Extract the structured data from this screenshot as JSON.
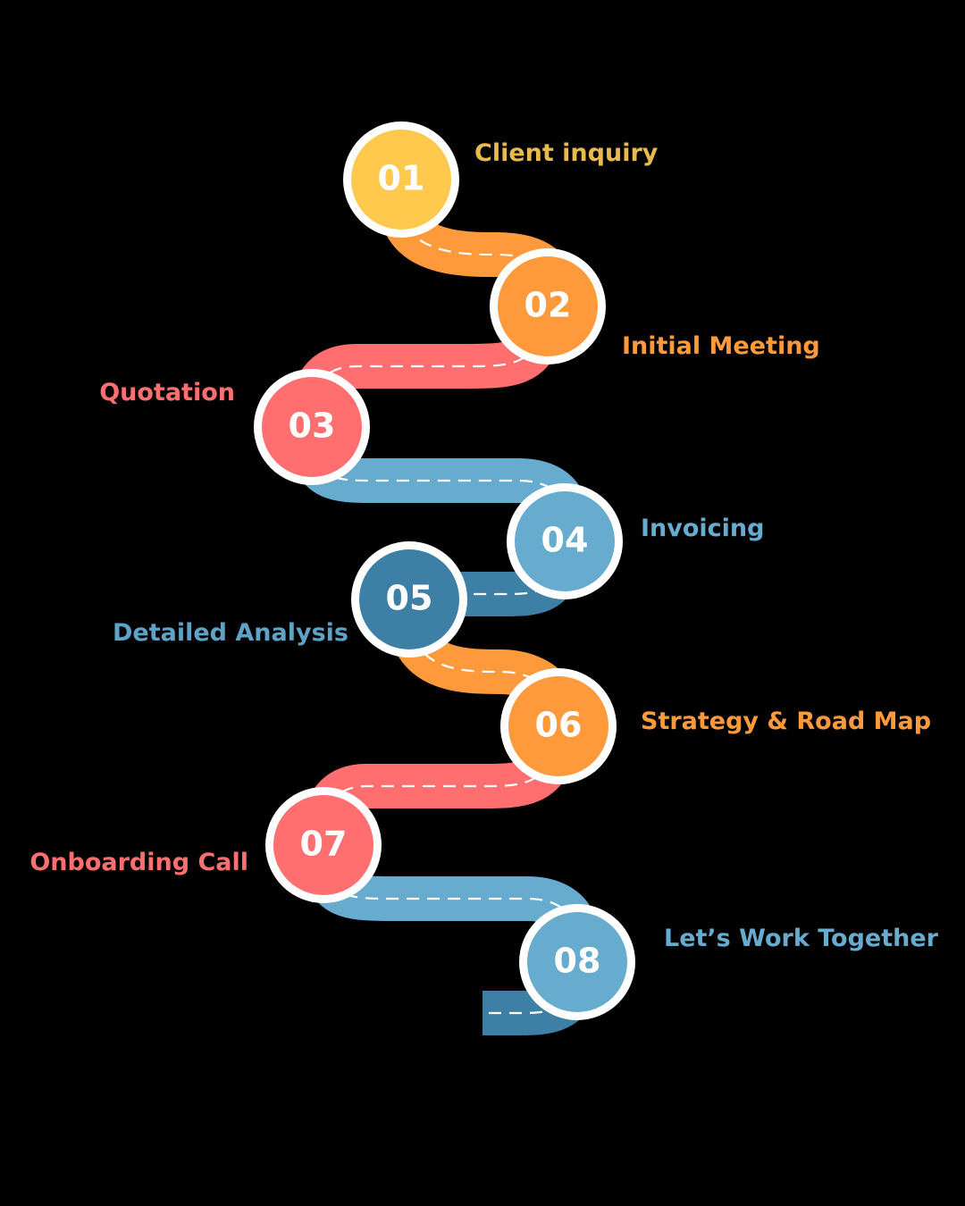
{
  "colors": {
    "background": "#000000",
    "yellow": "#FFC94D",
    "orange": "#FF9A3C",
    "coral": "#FF6F6F",
    "sky_blue": "#67ABCF",
    "steel_blue": "#3E7FA5",
    "circle_ring": "#FFFFFF",
    "dash_line": "#FFFFFF"
  },
  "steps": [
    {
      "number": "01",
      "label": "Client inquiry",
      "color": "#FFC94D",
      "label_color": "#E8B94C"
    },
    {
      "number": "02",
      "label": "Initial Meeting",
      "color": "#FF9A3C",
      "label_color": "#FF9A3C"
    },
    {
      "number": "03",
      "label": "Quotation",
      "color": "#FF6F6F",
      "label_color": "#FF6F6F"
    },
    {
      "number": "04",
      "label": "Invoicing",
      "color": "#67ABCF",
      "label_color": "#67ABCF"
    },
    {
      "number": "05",
      "label": "Detailed Analysis",
      "color": "#3E7FA5",
      "label_color": "#5FA2C8"
    },
    {
      "number": "06",
      "label": "Strategy & Road Map",
      "color": "#FF9A3C",
      "label_color": "#FF9A3C"
    },
    {
      "number": "07",
      "label": "Onboarding Call",
      "color": "#FF6F6F",
      "label_color": "#FF6F6F"
    },
    {
      "number": "08",
      "label": "Let’s Work Together",
      "color": "#67ABCF",
      "label_color": "#67ABCF"
    }
  ]
}
